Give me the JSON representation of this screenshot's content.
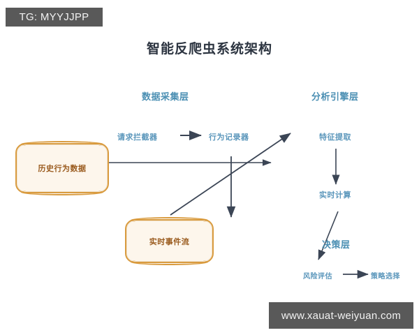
{
  "watermarks": {
    "tg_badge": "TG: MYYJJPP",
    "site_badge": "www.xauat-weiyuan.com"
  },
  "diagram": {
    "title": "智能反爬虫系统架构",
    "layers": [
      {
        "id": "collect",
        "label": "数据采集层"
      },
      {
        "id": "analyze",
        "label": "分析引擎层"
      },
      {
        "id": "decide",
        "label": "决策层"
      }
    ],
    "nodes": [
      {
        "id": "request-interceptor",
        "label": "请求拦截器"
      },
      {
        "id": "behavior-recorder",
        "label": "行为记录器"
      },
      {
        "id": "feature-extraction",
        "label": "特征提取"
      },
      {
        "id": "realtime-compute",
        "label": "实时计算"
      },
      {
        "id": "risk-assessment",
        "label": "风险评估"
      },
      {
        "id": "strategy-selection",
        "label": "策略选择"
      }
    ],
    "stores": [
      {
        "id": "history-behavior-data",
        "label": "历史行为数据"
      },
      {
        "id": "realtime-event-stream",
        "label": "实时事件流"
      }
    ],
    "colors": {
      "title": "#2c3440",
      "layer_text": "#4b8fb3",
      "node_text": "#5a96bb",
      "store_fill": "#fdf6ec",
      "store_stroke": "#d99b3f",
      "store_text": "#9a5b1e",
      "edge": "#3b4555",
      "badge_bg": "#595959",
      "badge_text": "#f2f2f2",
      "background": "#ffffff"
    }
  }
}
